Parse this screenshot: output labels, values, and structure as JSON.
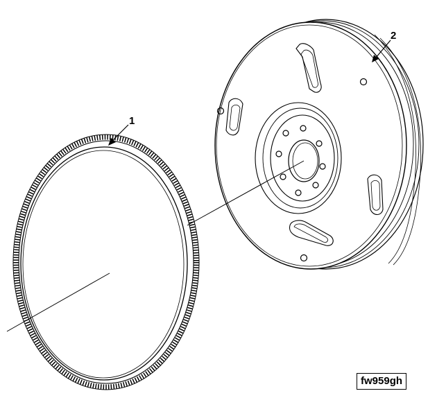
{
  "diagram": {
    "callouts": [
      {
        "id": "1",
        "part": "ring-gear"
      },
      {
        "id": "2",
        "part": "flywheel"
      }
    ],
    "figure_id": "fw959gh"
  }
}
